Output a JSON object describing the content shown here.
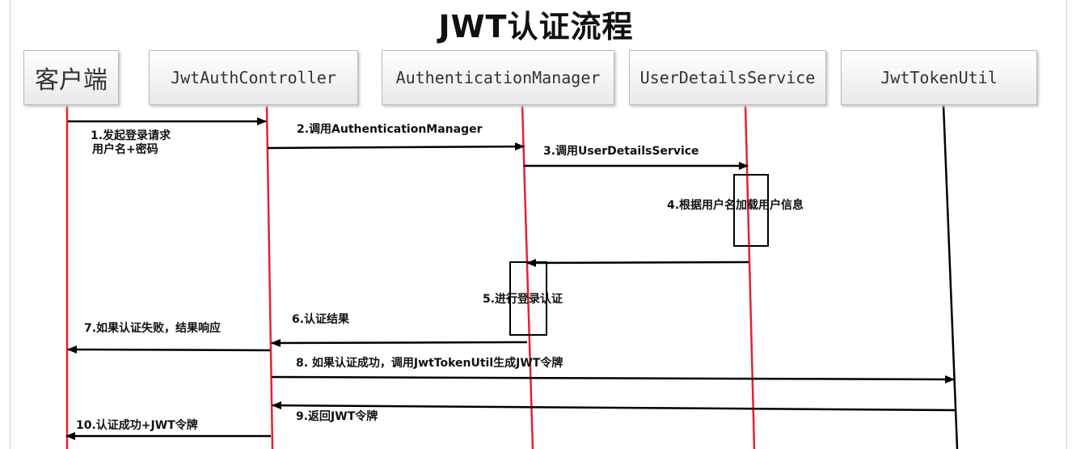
{
  "title": "JWT认证流程",
  "actors": [
    {
      "label": "客户端"
    },
    {
      "label": "JwtAuthController"
    },
    {
      "label": "AuthenticationManager"
    },
    {
      "label": "UserDetailsService"
    },
    {
      "label": "JwtTokenUtil"
    }
  ],
  "messages": [
    {
      "line1": "1.发起登录请求",
      "line2": "用户名+密码"
    },
    {
      "text": "2.调用AuthenticationManager"
    },
    {
      "text": "3.调用UserDetailsService"
    },
    {
      "text": "4.根据用户名加载用户信息"
    },
    {
      "text": "5.进行登录认证"
    },
    {
      "text": "6.认证结果"
    },
    {
      "text": "7.如果认证失败，结果响应"
    },
    {
      "text": "8. 如果认证成功，调用JwtTokenUtil生成JWT令牌"
    },
    {
      "text": "9.返回JWT令牌"
    },
    {
      "text": "10.认证成功+JWT令牌"
    }
  ],
  "colors": {
    "lifeline": "#e8202e",
    "last_lifeline": "#000000",
    "arrow": "#000000"
  }
}
